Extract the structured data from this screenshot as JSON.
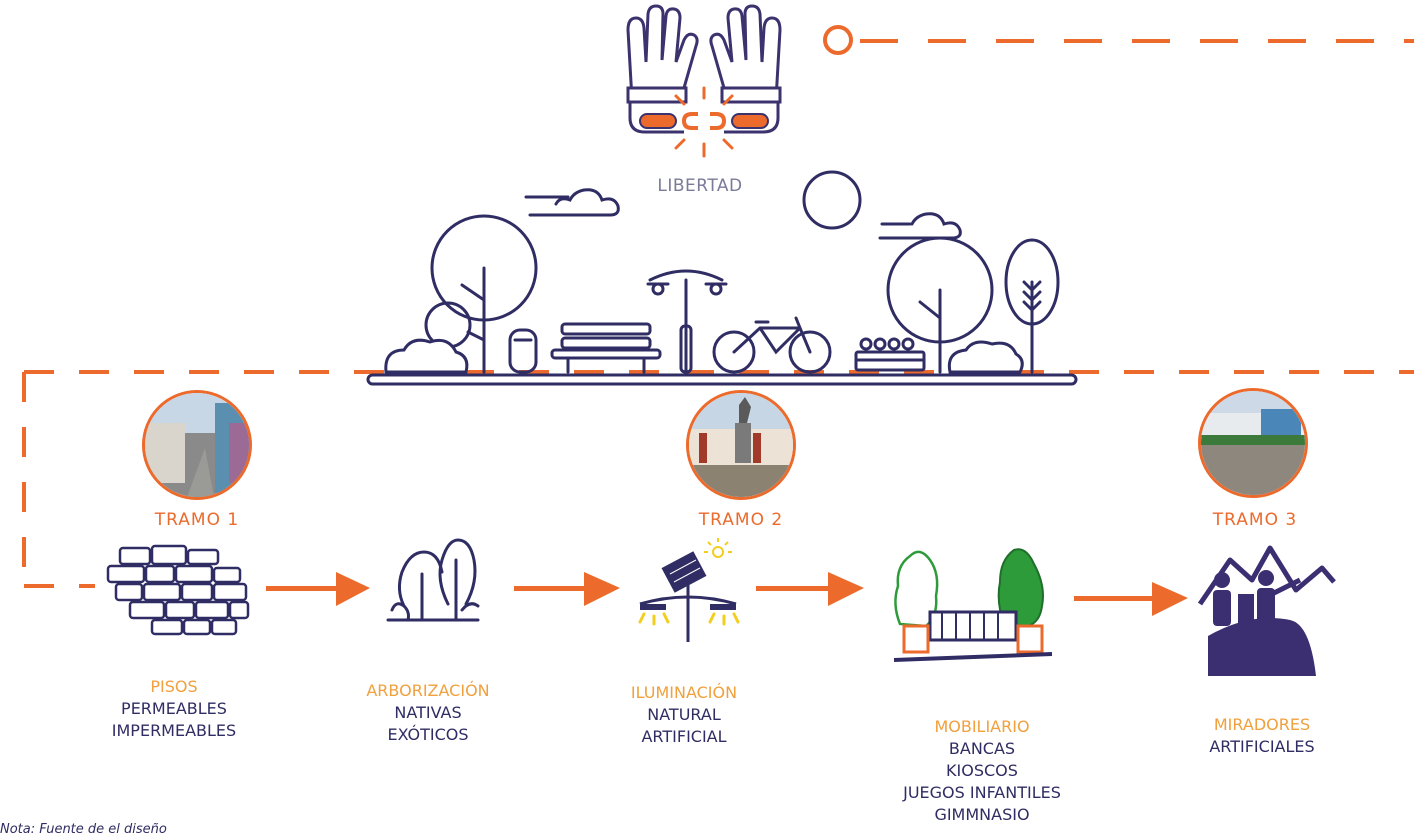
{
  "top": {
    "libertad": "LIBERTAD"
  },
  "tramos": [
    {
      "label": "TRAMO 1"
    },
    {
      "label": "TRAMO 2"
    },
    {
      "label": "TRAMO 3"
    }
  ],
  "categories": [
    {
      "head": "PISOS",
      "items": [
        "PERMEABLES",
        "IMPERMEABLES"
      ]
    },
    {
      "head": "ARBORIZACIÓN",
      "items": [
        "NATIVAS",
        "EXÓTICOS"
      ]
    },
    {
      "head": "ILUMINACIÓN",
      "items": [
        "NATURAL",
        "ARTIFICIAL"
      ]
    },
    {
      "head": "MOBILIARIO",
      "items": [
        "BANCAS",
        "KIOSCOS",
        "JUEGOS INFANTILES",
        "GIMMNASIO"
      ]
    },
    {
      "head": "MIRADORES",
      "items": [
        "ARTIFICIALES"
      ]
    }
  ],
  "caption": "Nota: Fuente de el diseño",
  "colors": {
    "orange": "#ec6a2c",
    "purple": "#2f2d63",
    "yellow": "#f0a03c",
    "grey": "#7a7a9a",
    "green": "#2e9b3a"
  },
  "icons": [
    "hands-breaking-chains-icon",
    "park-scene-icon",
    "paving-stones-icon",
    "trees-icon",
    "solar-streetlight-icon",
    "bench-with-planters-icon",
    "viewpoint-people-icon",
    "arrow-right-icon"
  ]
}
